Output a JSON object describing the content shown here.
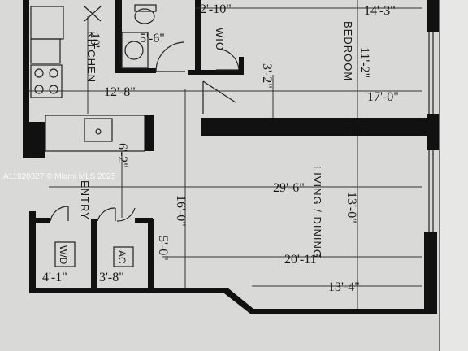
{
  "rooms": {
    "kitchen": "KITCHEN",
    "wic": "WIC",
    "bedroom": "BEDROOM",
    "entry": "ENTRY",
    "living_dining": "LIVING / DINING",
    "wd": "W/D",
    "ac": "AC"
  },
  "dimensions": {
    "bath_top": "2'-10\"",
    "bedroom_top": "14'-3\"",
    "kitchen_vert": "10'",
    "bath_width": "5'-6\"",
    "bedroom_vert": "11'-2\"",
    "hall_vert": "3'-2\"",
    "kitchen_width": "12'-8\"",
    "bedroom_width": "17'-0\"",
    "entry_vert": "6'-2\"",
    "living_width": "29'-6\"",
    "living_vert": "13'-0\"",
    "hall_16": "16'-0\"",
    "closet_vert": "5'-0\"",
    "living_lower": "20'-11\"",
    "wd_width": "4'-1\"",
    "ac_width": "3'-8\"",
    "bottom_width": "13'-4\""
  },
  "watermark": "A11920327 © Miami MLS 2025"
}
